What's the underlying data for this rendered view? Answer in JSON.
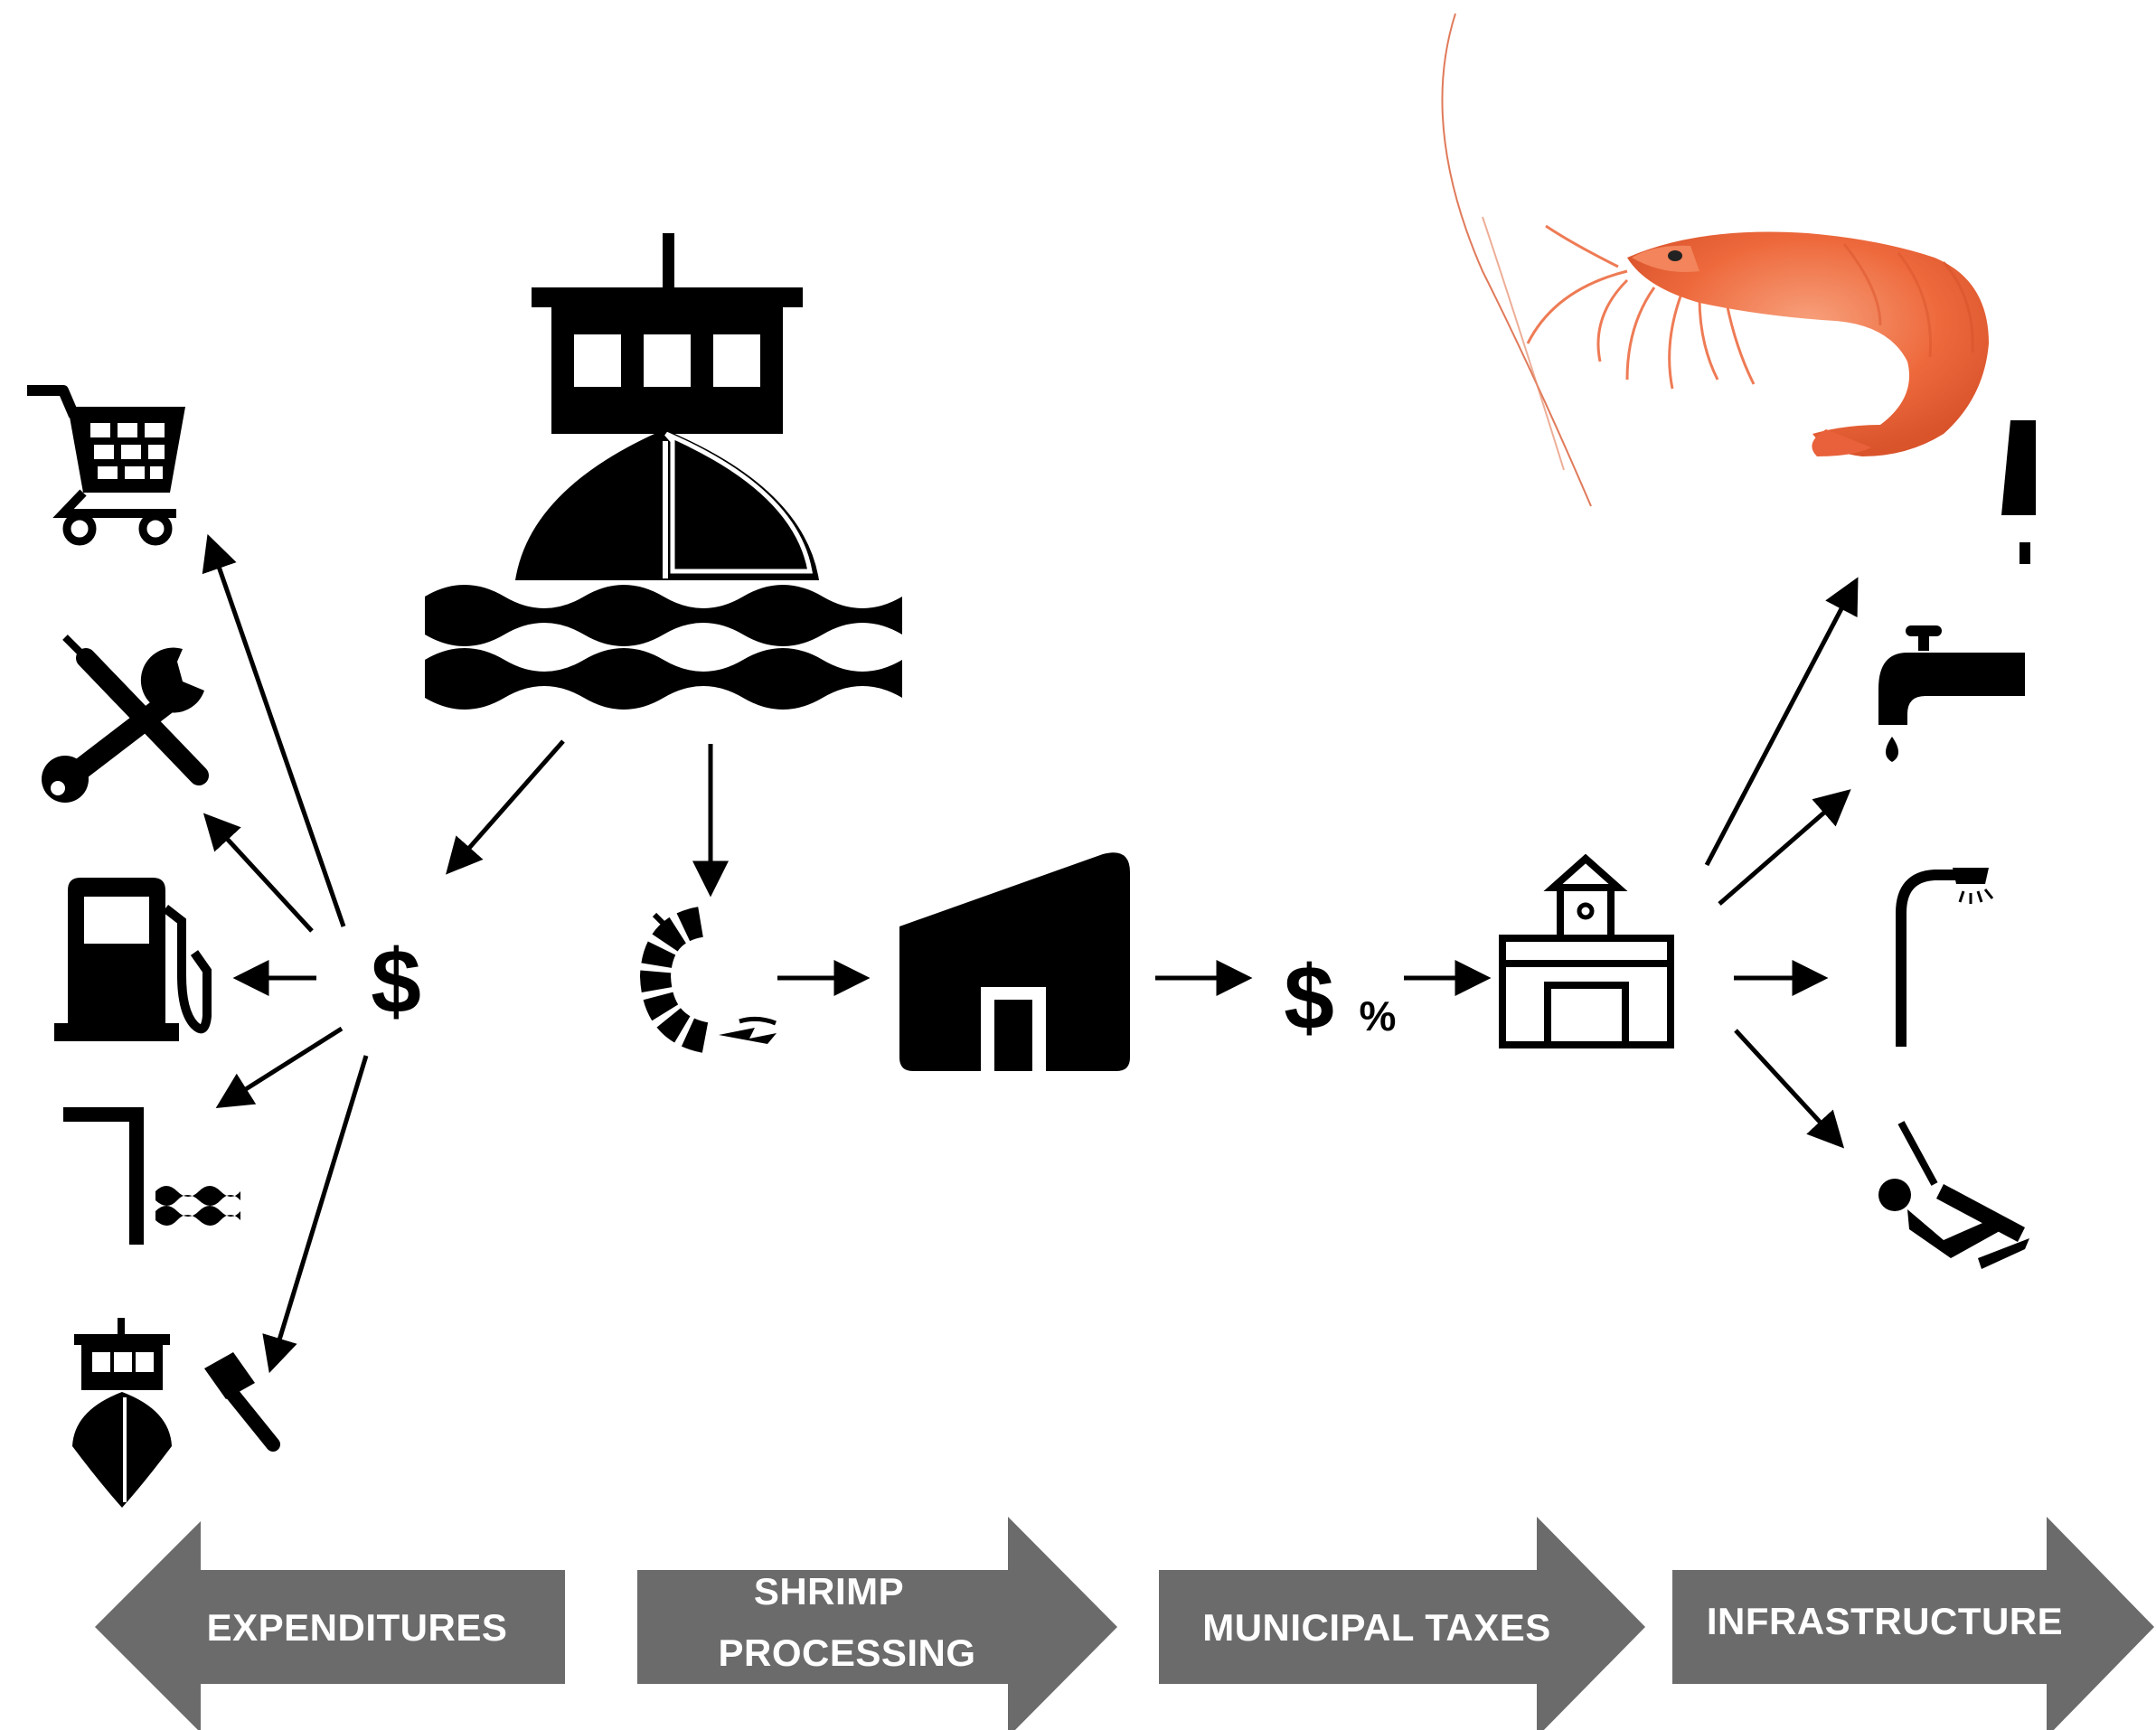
{
  "diagram": {
    "bands": [
      {
        "lines": [
          "EXPENDITURES"
        ],
        "direction": "left"
      },
      {
        "lines": [
          "SHRIMP",
          "PROCESSING"
        ],
        "direction": "right"
      },
      {
        "lines": [
          "MUNICIPAL TAXES"
        ],
        "direction": "right"
      },
      {
        "lines": [
          "INFRASTRUCTURE"
        ],
        "direction": "right"
      }
    ],
    "hub_symbol": "$",
    "tax_symbol": "$",
    "tax_percent": "%",
    "icons": {
      "vessel": "fishing-boat-icon",
      "expenditure_targets": [
        "shopping-cart-icon",
        "tools-icon",
        "fuel-pump-icon",
        "dock-water-icon",
        "boat-repair-icon"
      ],
      "processing": [
        "shrimp-icon",
        "processing-plant-icon"
      ],
      "municipal": "town-hall-icon",
      "infrastructure_targets": [
        "road-icon",
        "water-tap-icon",
        "street-light-icon",
        "playground-swing-icon"
      ],
      "photo": "shrimp-photo"
    },
    "colors": {
      "band_fill": "#6b6b6b",
      "icon": "#000000",
      "shrimp": "#f06a3c"
    }
  }
}
